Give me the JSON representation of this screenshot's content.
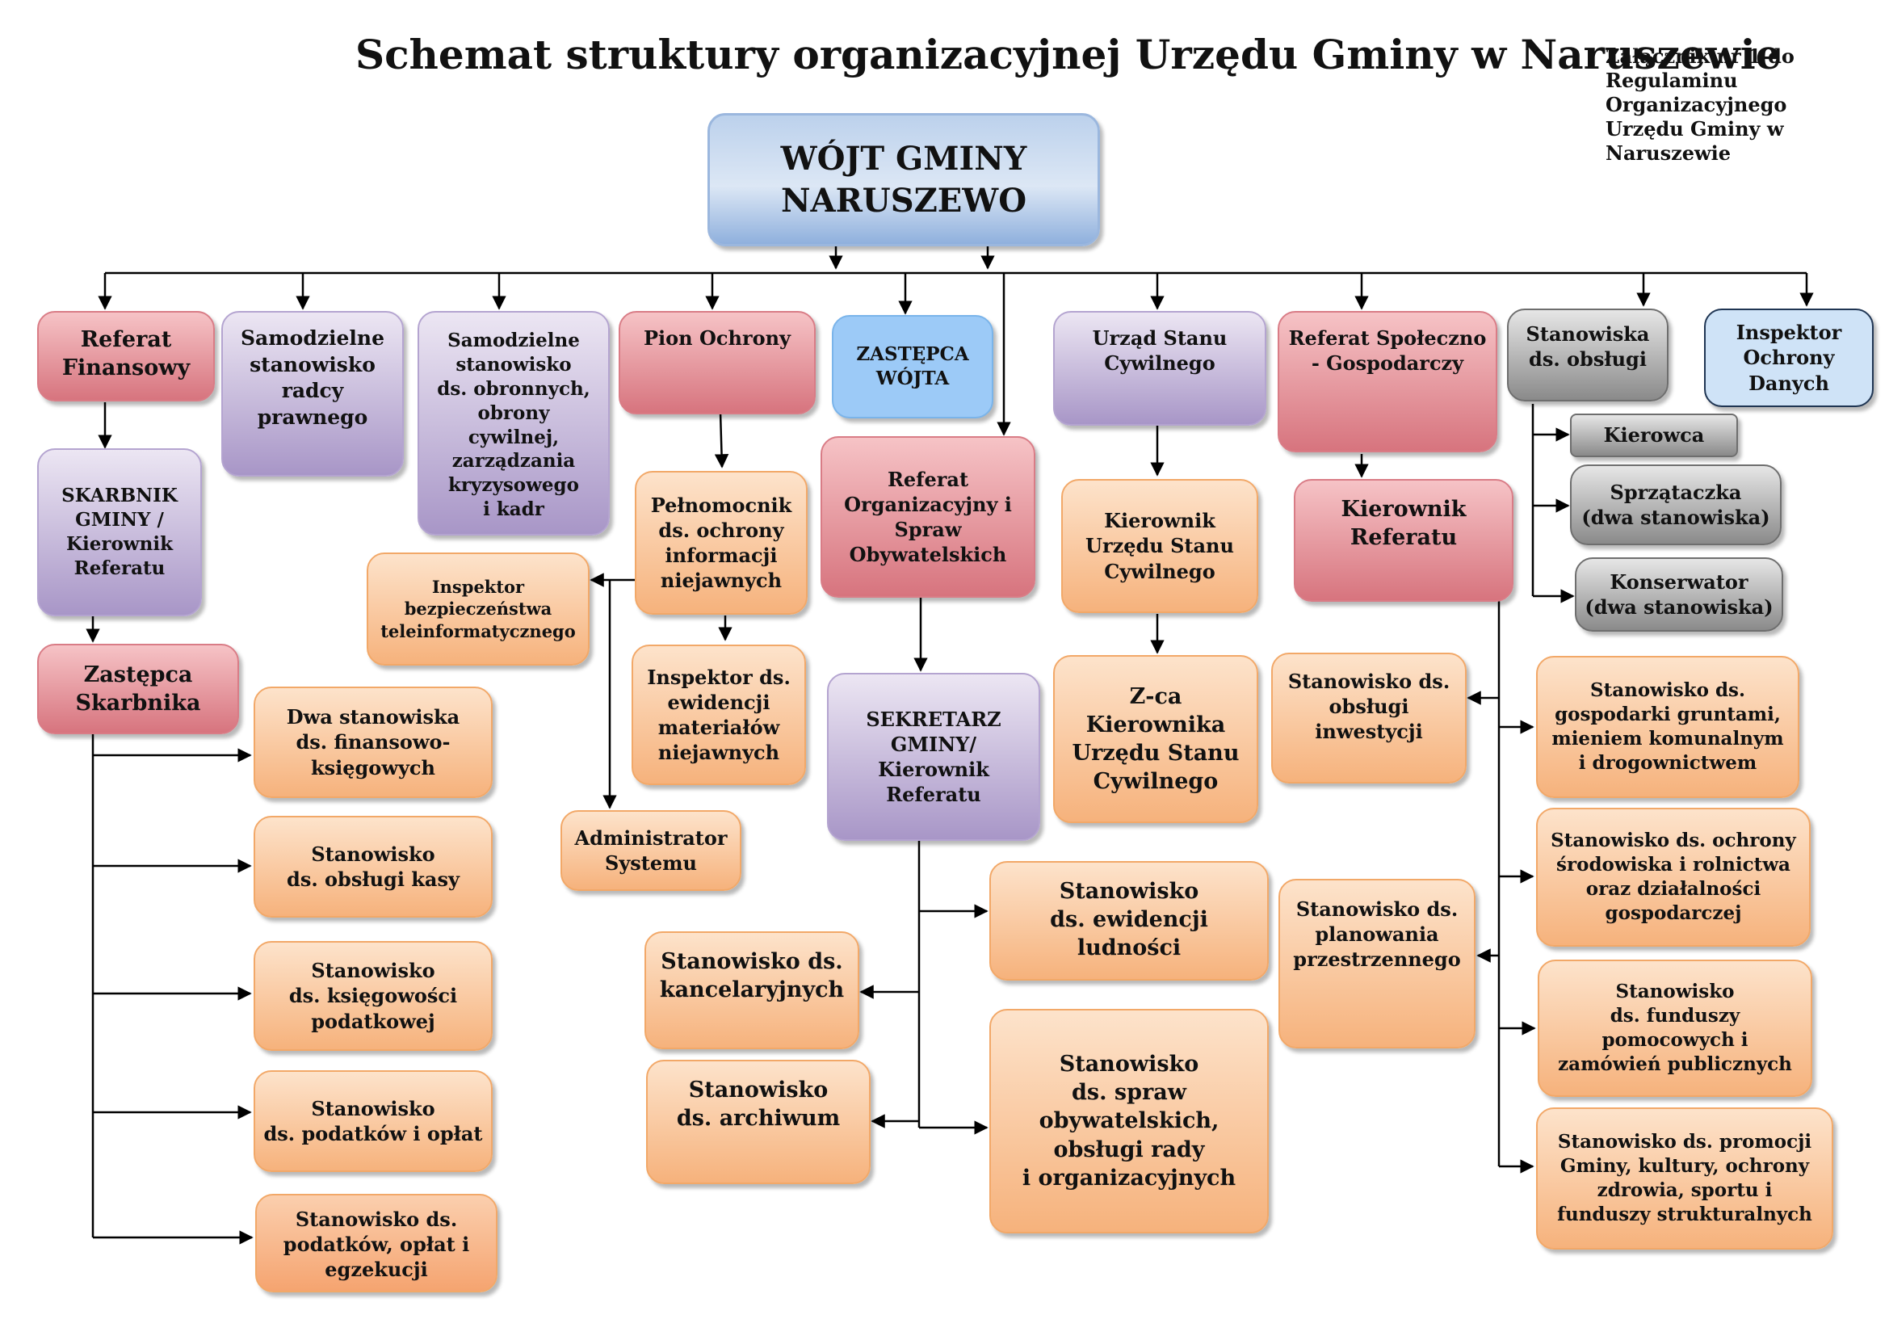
{
  "title": "Schemat struktury organizacyjnej Urzędu Gminy w Naruszewie",
  "note": "Załącznik nr 1 do Regulaminu Organizacyjnego Urzędu Gminy w Naruszewie",
  "nodes": {
    "wojt": "WÓJT GMINY\nNARUSZEWO",
    "ref_fin": "Referat\nFinansowy",
    "radca": "Samodzielne\nstanowisko\nradcy\nprawnego",
    "obronne": "Samodzielne\nstanowisko\nds. obronnych,\nobrony\ncywilnej,\nzarządzania\nkryzysowego\ni kadr",
    "pion": "Pion Ochrony",
    "zastepca": "ZASTĘPCA\nWÓJTA",
    "usc": "Urząd Stanu\nCywilnego",
    "ref_spol": "Referat Społeczno\n- Gospodarczy",
    "obsluga": "Stanowiska\nds. obsługi",
    "iod": "Inspektor\nOchrony\nDanych",
    "skarbnik": "SKARBNIK\nGMINY /\nKierownik\nReferatu",
    "ref_org": "Referat\nOrganizacyjny   i\nSpraw\nObywatelskich",
    "kier_usc": "Kierownik\nUrzędu Stanu\nCywilnego",
    "kier_ref": "Kierownik\nReferatu",
    "kierowca": "Kierowca",
    "sprzataczka": "Sprzątaczka\n(dwa stanowiska)",
    "konserwator": "Konserwator\n(dwa stanowiska)",
    "pelnomocnik": "Pełnomocnik\nds. ochrony\ninformacji\nniejawnych",
    "insp_bezp": "Inspektor\nbezpieczeństwa\nteleinformatycznego",
    "insp_ewid": "Inspektor ds.\newidencji\nmateriałów\nniejawnych",
    "admin": "Administrator\nSystemu",
    "zast_skarb": "Zastępca\nSkarbnika",
    "dwa_stan": "Dwa stanowiska\nds. finansowo-\nksięgowych",
    "kasa": "Stanowisko\nds. obsługi kasy",
    "ksiegowosc": "Stanowisko\nds. księgowości\npodatkowej",
    "podatki": "Stanowisko\nds. podatków i opłat",
    "egzekucja": "Stanowisko ds.\npodatków, opłat i\negzekucji",
    "sekretarz": "SEKRETARZ\nGMINY/\nKierownik\nReferatu",
    "ewid_lud": "Stanowisko\nds. ewidencji ludności",
    "kancel": "Stanowisko ds.\nkancelaryjnych",
    "archiwum": "Stanowisko\nds. archiwum",
    "spraw_ob": "Stanowisko\nds. spraw\nobywatelskich,\nobsługi rady\ni organizacyjnych",
    "zca_usc": "Z-ca\nKierownika\nUrzędu Stanu\nCywilnego",
    "inwestycje": "Stanowisko ds.\nobsługi\ninwestycji",
    "planowanie": "Stanowisko ds.\nplanowania\nprzestrzennego",
    "grunty": "Stanowisko ds.\ngospodarki gruntami,\nmieniem komunalnym\ni drogownictwem",
    "srodowisko": "Stanowisko ds. ochrony\nśrodowiska i rolnictwa\noraz działalności\ngospodarczej",
    "fundusze": "Stanowisko\nds. funduszy\npomocowych i\nzamówień publicznych",
    "promocja": "Stanowisko ds. promocji\nGminy, kultury, ochrony\nzdrowia,  sportu i\nfunduszy strukturalnych"
  }
}
